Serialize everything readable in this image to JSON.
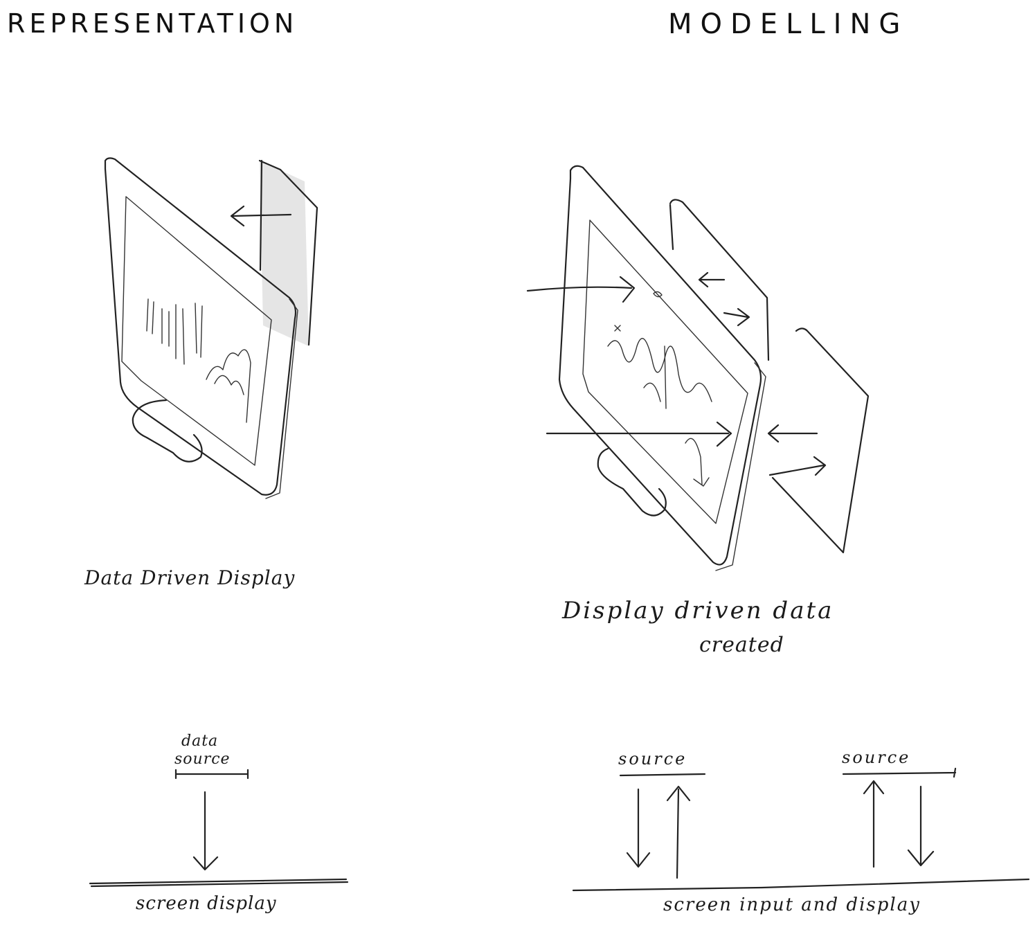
{
  "headings": {
    "left": "REPRESENTATION",
    "right": "MODELLING"
  },
  "left_panel": {
    "caption": "Data Driven Display",
    "diagram": {
      "top_label_line1": "data",
      "top_label_line2": "source",
      "bottom_label": "screen display"
    }
  },
  "right_panel": {
    "caption_line1": "Display driven data",
    "caption_line2": "created",
    "diagram": {
      "source_left": "source",
      "source_right": "source",
      "bottom_label": "screen input and display"
    }
  },
  "colors": {
    "ink": "#1a1a1a",
    "paper": "#ffffff",
    "shading": "#cfcfcf"
  }
}
